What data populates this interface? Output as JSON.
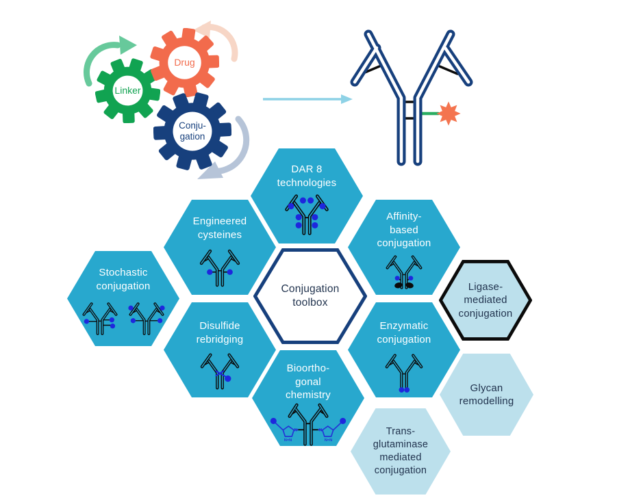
{
  "palette": {
    "teal": "#28A8CE",
    "light_blue": "#BCE0EC",
    "navy": "#17407D",
    "dark_text": "#21334E",
    "gear_green": "#11A351",
    "gear_orange": "#F26B4C",
    "dot_blue": "#1E27DD",
    "ring_blue": "#2433D6",
    "star_orange": "#F4744F",
    "green_link": "#2BAD62",
    "arrow_green": "#67C99B",
    "arrow_peach": "#F7D6C6",
    "arrow_gray": "#B6C4D8",
    "arrow_blue": "#8ED2E6",
    "icon_black": "#0B0B0B"
  },
  "gears": {
    "linker": "Linker",
    "drug": "Drug",
    "conjugation": "Conju-\ngation"
  },
  "center": {
    "label": "Conjugation\ntoolbox"
  },
  "hexes": {
    "dar8": "DAR 8\ntechnologies",
    "engineered": "Engineered\ncysteines",
    "affinity": "Affinity-\nbased\nconjugation",
    "stochastic": "Stochastic\nconjugation",
    "disulfide": "Disulfide\nrebridging",
    "enzymatic": "Enzymatic\nconjugation",
    "bioorthogonal": "Bioortho-\ngonal\nchemistry",
    "ligase": "Ligase-\nmediated\nconjugation",
    "glycan": "Glycan\nremodelling",
    "transglutaminase": "Trans-\nglutaminase\nmediated\nconjugation"
  },
  "icons": {
    "antibody": "antibody-icon",
    "gear": "gear-icon",
    "payload": "drug-payload-star-icon",
    "flow_arrow": "flow-arrow-icon",
    "triazole": "triazole-ring-icon"
  }
}
